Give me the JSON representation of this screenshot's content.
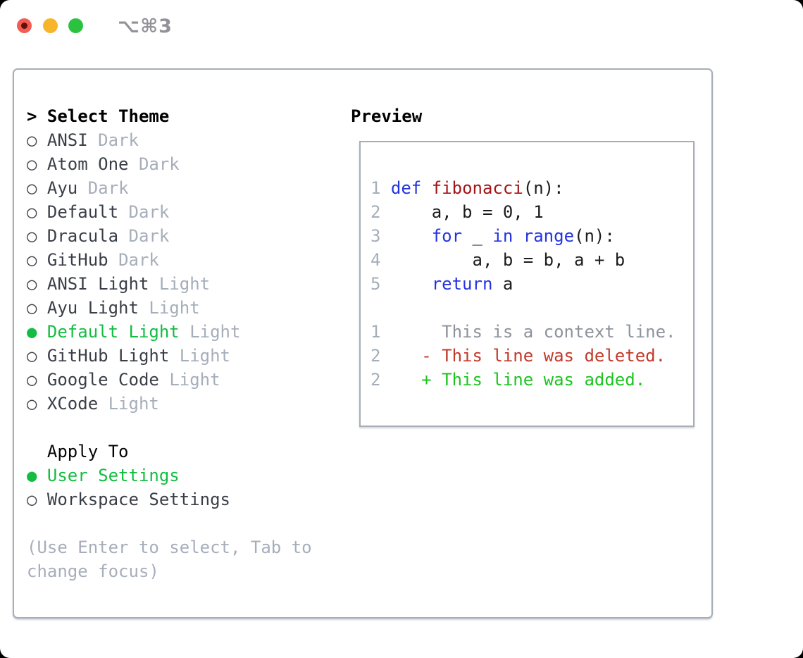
{
  "titlebar": {
    "title": "⌥⌘3"
  },
  "theme_panel": {
    "header_prefix": ">",
    "header": "Select Theme",
    "items": [
      {
        "name": "ANSI",
        "variant": "Dark",
        "selected": false
      },
      {
        "name": "Atom One",
        "variant": "Dark",
        "selected": false
      },
      {
        "name": "Ayu",
        "variant": "Dark",
        "selected": false
      },
      {
        "name": "Default",
        "variant": "Dark",
        "selected": false
      },
      {
        "name": "Dracula",
        "variant": "Dark",
        "selected": false
      },
      {
        "name": "GitHub",
        "variant": "Dark",
        "selected": false
      },
      {
        "name": "ANSI Light",
        "variant": "Light",
        "selected": false
      },
      {
        "name": "Ayu Light",
        "variant": "Light",
        "selected": false
      },
      {
        "name": "Default Light",
        "variant": "Light",
        "selected": true
      },
      {
        "name": "GitHub Light",
        "variant": "Light",
        "selected": false
      },
      {
        "name": "Google Code",
        "variant": "Light",
        "selected": false
      },
      {
        "name": "XCode",
        "variant": "Light",
        "selected": false
      }
    ],
    "apply_header": "Apply To",
    "apply_options": [
      {
        "label": "User Settings",
        "selected": true
      },
      {
        "label": "Workspace Settings",
        "selected": false
      }
    ],
    "help_lines": [
      "(Use Enter to select, Tab to",
      "change focus)"
    ],
    "markers": {
      "unselected": "○",
      "selected": "●"
    }
  },
  "preview": {
    "header": "Preview",
    "lines": [
      {
        "num": "1",
        "tokens": [
          {
            "t": "def",
            "c": "kw"
          },
          {
            "t": " ",
            "c": "pl"
          },
          {
            "t": "fibonacci",
            "c": "fn"
          },
          {
            "t": "(n):",
            "c": "pl"
          }
        ]
      },
      {
        "num": "2",
        "tokens": [
          {
            "t": "    a, b = 0, 1",
            "c": "pl"
          }
        ]
      },
      {
        "num": "3",
        "tokens": [
          {
            "t": "    ",
            "c": "pl"
          },
          {
            "t": "for",
            "c": "kw"
          },
          {
            "t": " _ ",
            "c": "pl"
          },
          {
            "t": "in",
            "c": "kw"
          },
          {
            "t": " ",
            "c": "pl"
          },
          {
            "t": "range",
            "c": "kw"
          },
          {
            "t": "(n):",
            "c": "pl"
          }
        ]
      },
      {
        "num": "4",
        "tokens": [
          {
            "t": "        a, b = b, a + b",
            "c": "pl"
          }
        ]
      },
      {
        "num": "5",
        "tokens": [
          {
            "t": "    ",
            "c": "pl"
          },
          {
            "t": "return",
            "c": "kw"
          },
          {
            "t": " a",
            "c": "pl"
          }
        ]
      },
      {
        "num": "",
        "tokens": []
      },
      {
        "num": "1",
        "tokens": [
          {
            "t": "     This is a context line.",
            "c": "ctx"
          }
        ]
      },
      {
        "num": "2",
        "tokens": [
          {
            "t": "   - This line was deleted.",
            "c": "del"
          }
        ]
      },
      {
        "num": "2",
        "tokens": [
          {
            "t": "   + This line was added.",
            "c": "add"
          }
        ]
      }
    ]
  },
  "colors": {
    "selection_green": "#13bd41",
    "diff_added_green": "#1cc41f",
    "diff_deleted_red": "#c2392a",
    "keyword_blue": "#2433e0",
    "function_red": "#a31515",
    "muted_gray": "#a6aeba",
    "text_dark": "#3a3f47",
    "border_gray": "#a7aeb8",
    "traffic_red": "#f25c52",
    "traffic_yellow": "#f7b52c",
    "traffic_green": "#2bc23f"
  }
}
